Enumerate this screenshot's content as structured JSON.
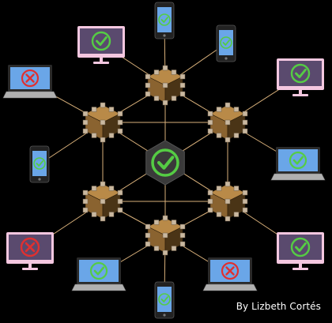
{
  "credit": "By Lizbeth Cortés",
  "colors": {
    "background": "#000000",
    "link": "#d8b07a",
    "cube_light": "#b98a48",
    "cube_mid": "#8a6330",
    "cube_dark": "#4a3416",
    "connector": "#c9b8a0",
    "hub": "#3a3a3a",
    "check": "#55cc44",
    "cross": "#e03030",
    "screen": "#6aa6e8",
    "monitor_frame": "#f4c7e0",
    "monitor_screen": "#5a4a6e",
    "laptop_body": "#b0b0b0",
    "phone": "#222222"
  },
  "center_hub": {
    "icon": "check-icon",
    "status": "valid"
  },
  "cubes": [
    {
      "name": "node-cube-top"
    },
    {
      "name": "node-cube-upper-left"
    },
    {
      "name": "node-cube-upper-right"
    },
    {
      "name": "node-cube-lower-left"
    },
    {
      "name": "node-cube-lower-right"
    },
    {
      "name": "node-cube-bottom"
    }
  ],
  "devices": [
    {
      "name": "monitor-top-left",
      "kind": "monitor",
      "status": "valid",
      "icon": "check-icon"
    },
    {
      "name": "phone-top",
      "kind": "phone",
      "status": "valid",
      "icon": "check-icon"
    },
    {
      "name": "phone-top-right",
      "kind": "phone",
      "status": "valid",
      "icon": "check-icon"
    },
    {
      "name": "monitor-top-right",
      "kind": "monitor",
      "status": "valid",
      "icon": "check-icon"
    },
    {
      "name": "laptop-left",
      "kind": "laptop",
      "status": "invalid",
      "icon": "cross-icon"
    },
    {
      "name": "phone-left",
      "kind": "phone",
      "status": "valid",
      "icon": "check-icon"
    },
    {
      "name": "laptop-right",
      "kind": "laptop",
      "status": "valid",
      "icon": "check-icon"
    },
    {
      "name": "monitor-bottom-left",
      "kind": "monitor",
      "status": "invalid",
      "icon": "cross-icon"
    },
    {
      "name": "laptop-bottom-left",
      "kind": "laptop",
      "status": "valid",
      "icon": "check-icon"
    },
    {
      "name": "phone-bottom",
      "kind": "phone",
      "status": "valid",
      "icon": "check-icon"
    },
    {
      "name": "laptop-bottom-right",
      "kind": "laptop",
      "status": "invalid",
      "icon": "cross-icon"
    },
    {
      "name": "monitor-bottom-right",
      "kind": "monitor",
      "status": "valid",
      "icon": "check-icon"
    }
  ]
}
